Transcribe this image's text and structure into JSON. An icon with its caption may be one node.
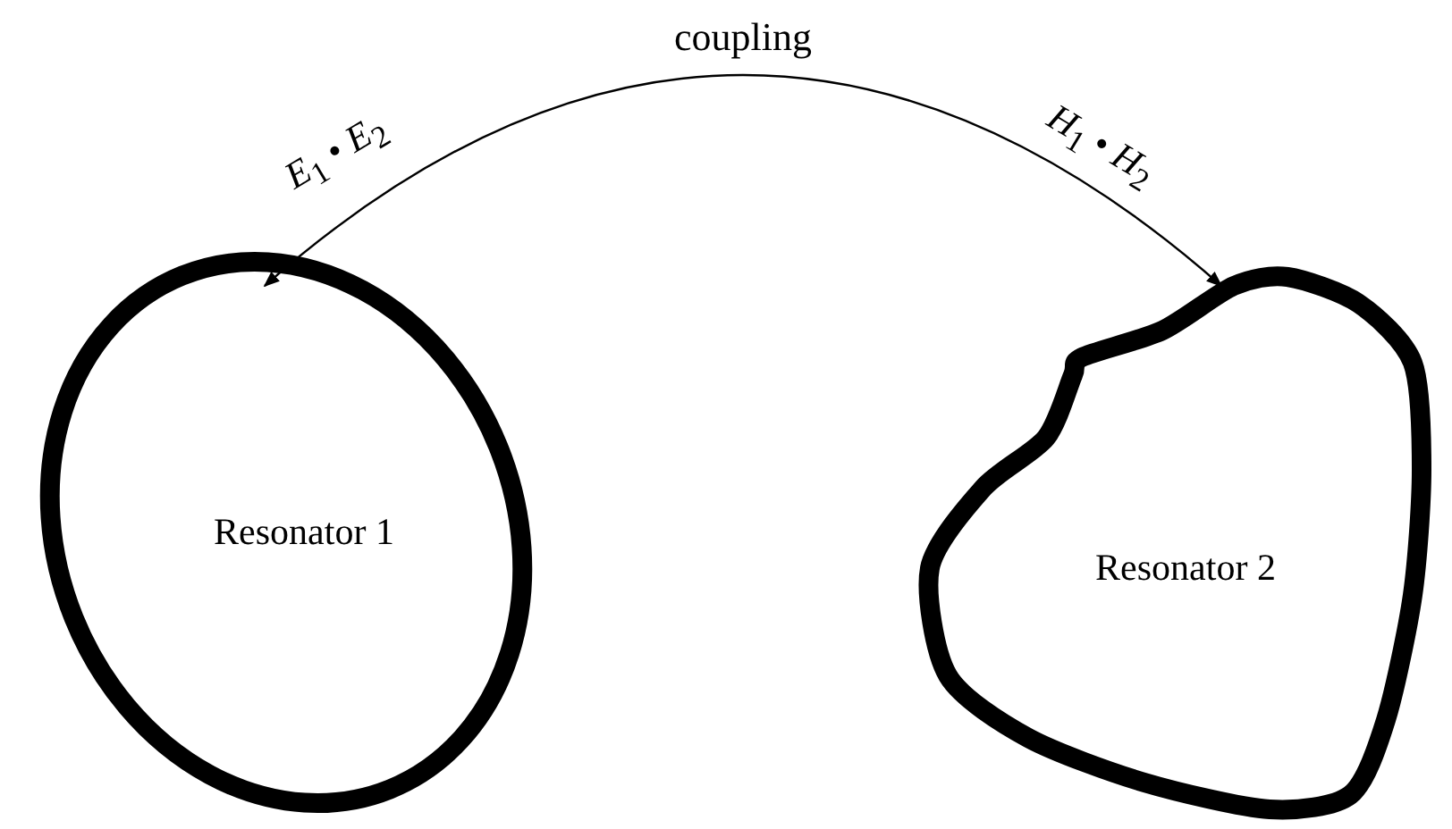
{
  "diagram": {
    "nodes": [
      {
        "text": [
          "Resonator 1"
        ]
      },
      {
        "text": [
          "Resonator 2"
        ]
      }
    ],
    "edges": [
      {
        "from": 0,
        "to": 1,
        "arrow": "both",
        "label": "coupling"
      }
    ],
    "labels": [
      "*E*$_{1}$ • *E*$_{2}$",
      "*H*$_{1}$ • *H*$_{2}$"
    ]
  }
}
